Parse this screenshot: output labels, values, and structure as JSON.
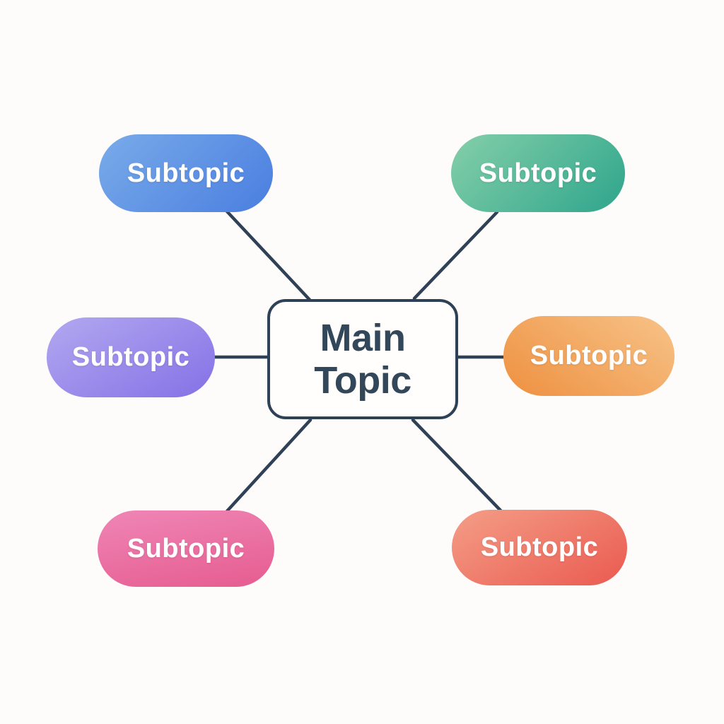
{
  "page": {
    "background": "#FDFCFA"
  },
  "colors": {
    "connector": "#2E4156",
    "ink": "#33475B",
    "center_fill": "#FFFEFC",
    "label_text": "#FFFFFF"
  },
  "center": {
    "label": "Main\nTopic"
  },
  "nodes": [
    {
      "id": "top-left",
      "label": "Subtopic",
      "gradient": {
        "angle": "135deg",
        "from": "#79ABE9",
        "to": "#4A7EE0"
      }
    },
    {
      "id": "top-right",
      "label": "Subtopic",
      "gradient": {
        "angle": "135deg",
        "from": "#85CFA9",
        "to": "#2EA58C"
      }
    },
    {
      "id": "middle-left",
      "label": "Subtopic",
      "gradient": {
        "angle": "150deg",
        "from": "#B2A8F0",
        "to": "#8571E6"
      }
    },
    {
      "id": "middle-right",
      "label": "Subtopic",
      "gradient": {
        "angle": "215deg",
        "from": "#F7C388",
        "to": "#EE9040"
      }
    },
    {
      "id": "bottom-left",
      "label": "Subtopic",
      "gradient": {
        "angle": "170deg",
        "from": "#EF86B6",
        "to": "#E65C90"
      }
    },
    {
      "id": "bottom-right",
      "label": "Subtopic",
      "gradient": {
        "angle": "150deg",
        "from": "#F49E87",
        "to": "#EA5A50"
      }
    }
  ]
}
